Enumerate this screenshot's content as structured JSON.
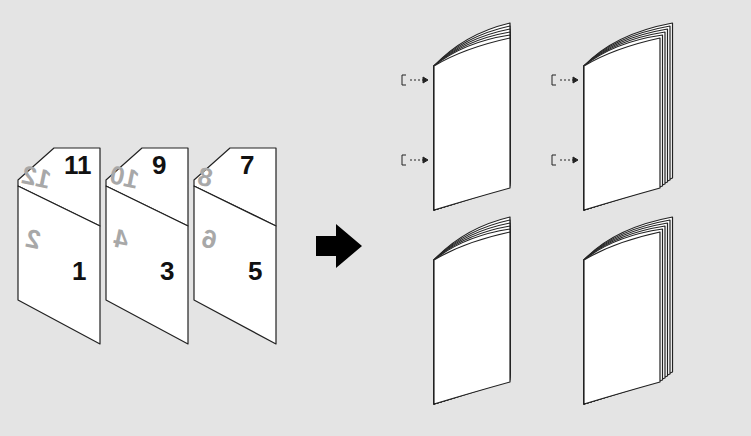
{
  "diagram": {
    "labels": [
      "11",
      "12",
      "1",
      "2",
      "9",
      "10",
      "3",
      "4",
      "7",
      "8",
      "5",
      "6"
    ]
  }
}
